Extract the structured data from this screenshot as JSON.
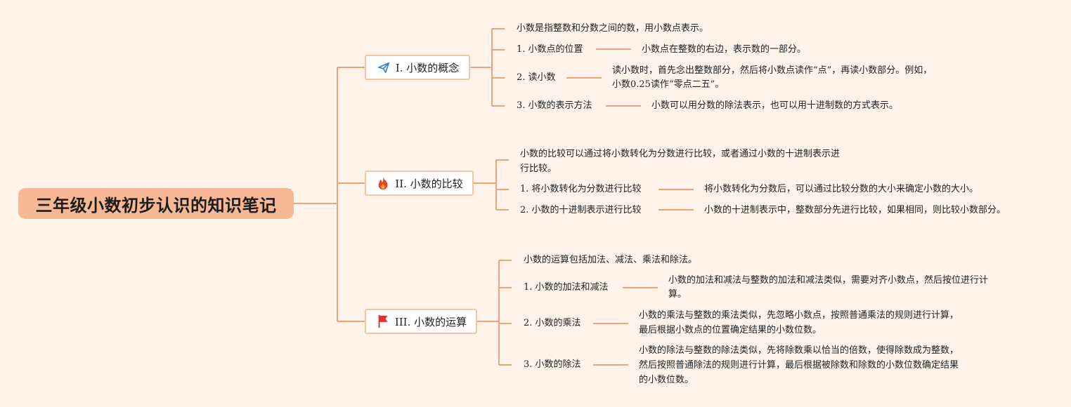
{
  "root": {
    "title": "三年级小数初步认识的知识笔记"
  },
  "branches": [
    {
      "icon": "paper-plane-icon",
      "label": "I. 小数的概念",
      "intro": "小数是指整数和分数之间的数，用小数点表示。",
      "items": [
        {
          "label": "1. 小数点的位置",
          "detail": [
            "小数点在整数的右边，表示数的一部分。"
          ]
        },
        {
          "label": "2. 读小数",
          "detail": [
            "读小数时，首先念出整数部分，然后将小数点读作“点”，再读小数部分。例如，",
            "小数0.25读作“零点二五”。"
          ]
        },
        {
          "label": "3. 小数的表示方法",
          "detail": [
            "小数可以用分数的除法表示，也可以用十进制数的方式表示。"
          ]
        }
      ]
    },
    {
      "icon": "fire-icon",
      "label": "II. 小数的比较",
      "intro": [
        "小数的比较可以通过将小数转化为分数进行比较，或者通过小数的十进制表示进",
        "行比较。"
      ],
      "items": [
        {
          "label": "1. 将小数转化为分数进行比较",
          "detail": [
            "将小数转化为分数后，可以通过比较分数的大小来确定小数的大小。"
          ]
        },
        {
          "label": "2. 小数的十进制表示进行比较",
          "detail": [
            "小数的十进制表示中，整数部分先进行比较，如果相同，则比较小数部分。"
          ]
        }
      ]
    },
    {
      "icon": "red-flag-icon",
      "label": "III. 小数的运算",
      "intro": "小数的运算包括加法、减法、乘法和除法。",
      "items": [
        {
          "label": "1. 小数的加法和减法",
          "detail": [
            "小数的加法和减法与整数的加法和减法类似，需要对齐小数点，然后按位进行计",
            "算。"
          ]
        },
        {
          "label": "2. 小数的乘法",
          "detail": [
            "小数的乘法与整数的乘法类似，先忽略小数点，按照普通乘法的规则进行计算，",
            "最后根据小数点的位置确定结果的小数位数。"
          ]
        },
        {
          "label": "3. 小数的除法",
          "detail": [
            "小数的除法与整数的除法类似，先将除数乘以恰当的倍数，使得除数成为整数，",
            "然后按照普通除法的规则进行计算，最后根据被除数和除数的小数位数确定结果",
            "的小数位数。"
          ]
        }
      ]
    }
  ],
  "colors": {
    "line": "#f0a07c",
    "root_bg": "#f7b995",
    "branch_border": "#f7c4a6",
    "background": "#fff3ea"
  }
}
